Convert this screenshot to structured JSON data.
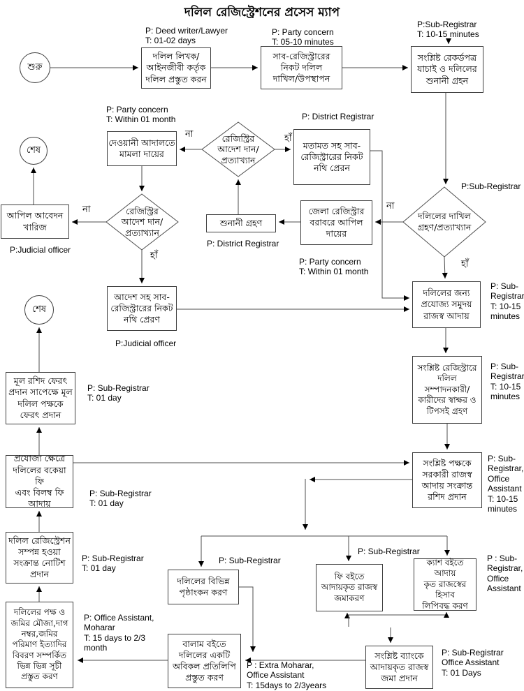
{
  "title": "দলিল রেজিস্ট্রেশনের প্রসেস ম্যাপ",
  "labels": {
    "yes": "হাঁ",
    "no": "না"
  },
  "colors": {
    "line": "#4d4d4d",
    "arrow": "#000000",
    "box_border": "#3f3f3f",
    "background": "#ffffff"
  },
  "nodes": {
    "start": {
      "text": "শুরু"
    },
    "end_top": {
      "text": "শেষ"
    },
    "end_left": {
      "text": "শেষ"
    },
    "prepare": {
      "text": "দলিল লিখক/\nআইনজীবী কর্তৃক\nদলিল প্রস্তুত করন",
      "annotation": "P: Deed writer/Lawyer\nT: 01-02 days"
    },
    "submit": {
      "text": "সাব-রেজিস্ট্রারের\nনিকট দলিল\nদাখিল/উপস্থাপন",
      "annotation": "P: Party concern\nT: 05-10 minutes"
    },
    "verify": {
      "text": "সংশ্লিষ্ট রেকর্ডপত্র\nযাচাই ও দলিলের\nশুনানী গ্রহন",
      "annotation": "P:Sub-Registrar\nT: 10-15 minutes"
    },
    "accept_decision": {
      "text": "দলিলের দাখিল\nগ্রহণ/প্রত্যাখ্যান",
      "annotation": "P:Sub-Registrar"
    },
    "opinion": {
      "text": "মতামত সহ সাব-\nরেজিস্ট্রারের নিকট\nনথি প্রেরন",
      "annotation": "P: District Registrar"
    },
    "appeal": {
      "text": "জেলা রেজিস্ট্রার\nবরাবরে আপিল\nদায়ের",
      "annotation": "P: Party concern\nT: Within 01 month"
    },
    "hearing": {
      "text": "শুনানী গ্রহণ",
      "annotation": "P: District Registrar"
    },
    "order_registrar": {
      "text": "রেজিস্ট্রির\nআদেশ দান/\nপ্রত্যাখ্যান"
    },
    "civil_case": {
      "text": "দেওয়ানী আদালতে\nমামলা দায়ের",
      "annotation": "P: Party concern\nT: Within 01 month"
    },
    "order_court": {
      "text": "রেজিস্ট্রির\nআদেশ দান/\nপ্রত্যাখ্যান"
    },
    "appeal_rejected": {
      "text": "আপিল আবেদন\nখারিজ",
      "annotation": "P:Judicial officer"
    },
    "order_file": {
      "text": "আদেশ সহ সাব-\nরেজিস্ট্রারের নিকট\nনথি প্রেরণ",
      "annotation": "P:Judicial officer"
    },
    "revenue": {
      "text": "দলিলের জন্য\nপ্রযোজ্য সমুদয়\nরাজস্ব আদায়",
      "annotation": "P: Sub-\nRegistrar\nT: 10-15\nminutes"
    },
    "signature": {
      "text": "সংশ্লিষ্ট রেজিস্ট্রারে\nদলিল\nসম্পাদনকারী/\nকারীদের স্বাক্ষর ও\nটিপসই গ্রহণ",
      "annotation": "P: Sub-\nRegistrar\nT: 10-15\nminutes"
    },
    "receipt": {
      "text": "সংশ্লিষ্ট পক্ষকে\nসরকারী রাজস্ব\nআদায় সংক্রান্ত\nরশিদ প্রদান",
      "annotation": "P: Sub-\nRegistrar,\nOffice\nAssistant\nT: 10-15\nminutes"
    },
    "endorse": {
      "text": "দলিলের বিভিন্ন\nপৃষ্ঠাংকন করণ",
      "annotation": "P: Sub-Registrar"
    },
    "fee_book": {
      "text": "ফি বইতে\nআদায়কৃত রাজস্ব\nজমাকরণ",
      "annotation": "P: Sub-Registrar"
    },
    "cash_book": {
      "text": "ক্যাশ বইতে আদায়\nকৃত রাজস্বের হিসাব\nলিপিবদ্ধ করণ",
      "annotation": "P : Sub-\nRegistrar,\nOffice\nAssistant"
    },
    "balam_copy": {
      "text": "বালাম বইতে\nদলিলের একটি\nঅবিকল প্রতিলিপি\nপ্রস্তুত করণ",
      "annotation": "P : Extra Moharar,\nOffice Assistant\nT: 15days to 2/3years"
    },
    "bank_deposit": {
      "text": "সংশ্লিষ্ট ব্যাংকে\nআদায়কৃত রাজস্ব\nজমা প্রদান",
      "annotation": "P: Sub-Registrar\nOffice Assistant\nT: 01 Days"
    },
    "index_prep": {
      "text": "দলিলের পক্ষ ও\nজমির মৌজা,দাগ\nনম্বর,জমির\nপরিমাণ ইত্যাদির\nবিবরণ সম্পর্কিত\nভিন্ন ভিন্ন সূচী\nপ্রস্তুত করণ",
      "annotation": "P: Office Assistant,\nMoharar\nT: 15 days to 2/3\nmonth"
    },
    "notice": {
      "text": "দলিল রেজিস্ট্রেশন\nসম্পন্ন হওয়া\nসংক্রান্ত নোটিশ\nপ্রদান",
      "annotation": "P: Sub-Registrar\nT: 01 day"
    },
    "due_fee": {
      "text": "প্রযোজ্য ক্ষেত্রে\nদলিলের বকেয়া ফি\nএবং বিলম্ব ফি\nআদায়",
      "annotation": "P: Sub-Registrar\nT: 01 day"
    },
    "return_deed": {
      "text": "মূল রশিদ ফেরৎ\nপ্রদান সাপেক্ষে মূল\nদলিল পক্ষকে\nফেরৎ প্রদান",
      "annotation": "P: Sub-Registrar\nT: 01 day"
    }
  }
}
